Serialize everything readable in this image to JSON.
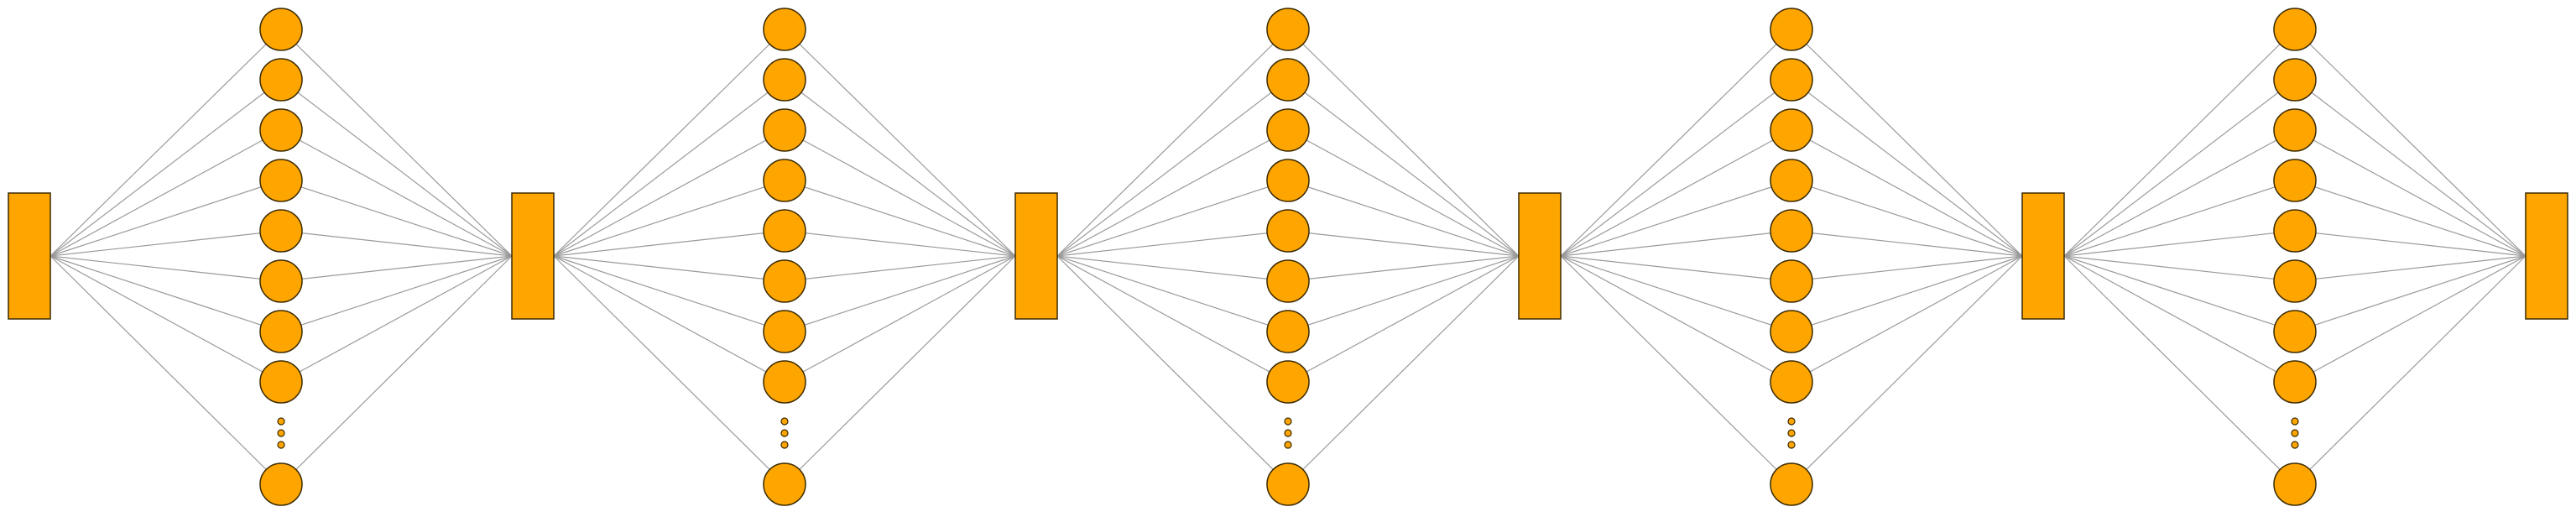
{
  "diagram": {
    "kind": "stacked-network-layers",
    "blocks": 6,
    "layers": 5,
    "visible_nodes_per_layer": 9,
    "ellipsis_between_last_nodes": true,
    "colors": {
      "background": "#ffffff",
      "node_fill": "#FFA500",
      "node_stroke": "#3a2a00",
      "edge": "#9a9a9a"
    }
  }
}
